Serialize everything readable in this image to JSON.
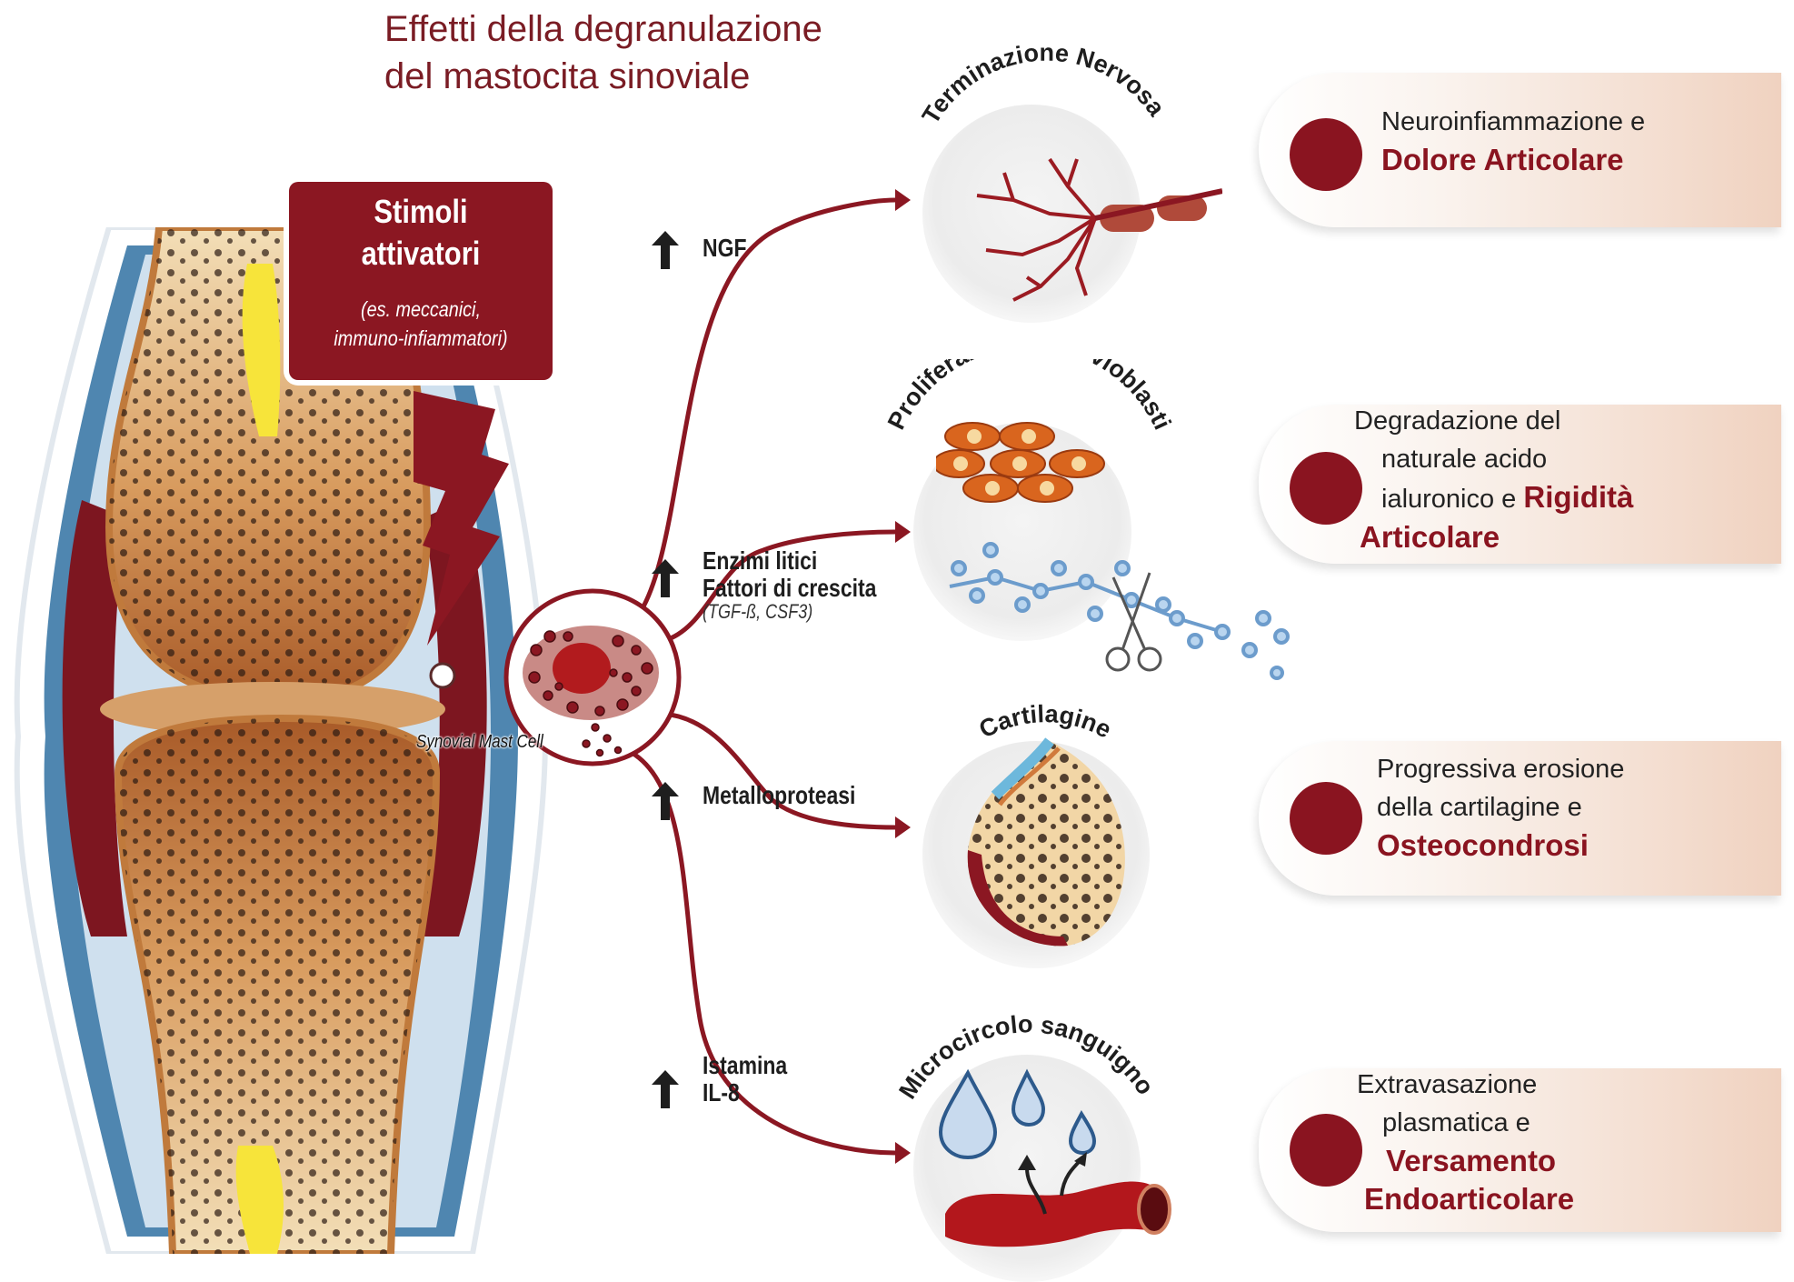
{
  "title": {
    "line1": "Effetti della degranulazione",
    "line2": "del mastocita sinoviale"
  },
  "stimuli": {
    "heading_line1": "Stimoli",
    "heading_line2": "attivatori",
    "sub_line1": "(es. meccanici,",
    "sub_line2": "immuno-infiammatori)"
  },
  "mast_cell_label": "Synovial Mast Cell",
  "mediators": [
    {
      "icon": "up-arrow-icon",
      "lines": [
        "NGF"
      ]
    },
    {
      "icon": "up-arrow-icon",
      "lines": [
        "Enzimi litici",
        "Fattori di crescita"
      ],
      "sub": "(TGF-ß, CSF3)"
    },
    {
      "icon": "up-arrow-icon",
      "lines": [
        "Metalloproteasi"
      ]
    },
    {
      "icon": "up-arrow-icon",
      "lines": [
        "Istamina",
        "IL-8"
      ]
    }
  ],
  "targets": [
    {
      "label": "Terminazione Nervosa",
      "icon": "nerve-ending-icon"
    },
    {
      "label": "Proliferazione Sinovioblasti",
      "icon": "synovioblast-cells-icon"
    },
    {
      "label": "Cartilagine",
      "icon": "cartilage-bone-icon"
    },
    {
      "label": "Microcircolo sanguigno",
      "icon": "blood-vessel-icon"
    }
  ],
  "effects": [
    {
      "lines": [
        "Neuroinfiammazione e"
      ],
      "bold": [
        "Dolore Articolare"
      ]
    },
    {
      "lines": [
        "Degradazione del",
        "naturale acido",
        "ialuronico e"
      ],
      "bold_inline": "Rigidità",
      "bold": [
        "Articolare"
      ]
    },
    {
      "lines": [
        "Progressiva erosione",
        "della cartilagine e"
      ],
      "bold": [
        "Osteocondrosi"
      ]
    },
    {
      "lines": [
        "Extravasazione",
        "plasmatica e"
      ],
      "bold": [
        "Versamento",
        "Endoarticolare"
      ]
    }
  ],
  "colors": {
    "accent": "#8b1722",
    "text": "#1e1e1e",
    "card_end": "#f0d2c0"
  }
}
